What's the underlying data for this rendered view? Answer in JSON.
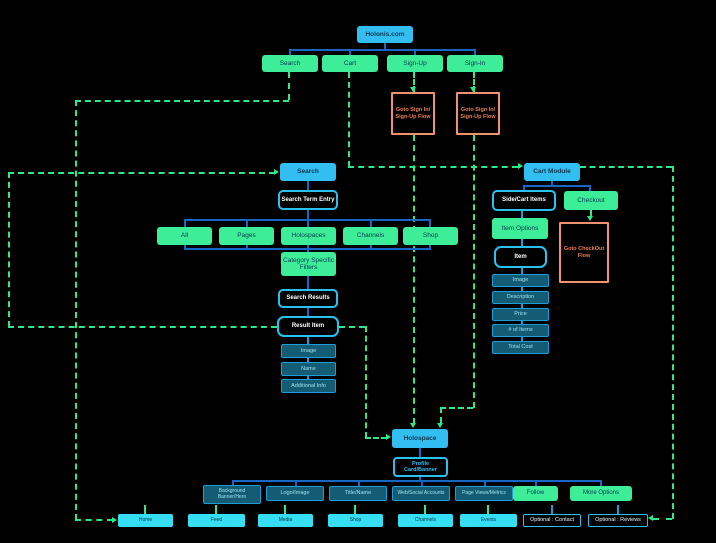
{
  "app": {
    "title": "Holonis.com"
  },
  "top_nav": {
    "buttons": [
      {
        "label": "Search"
      },
      {
        "label": "Cart"
      },
      {
        "label": "Sign-Up"
      },
      {
        "label": "Sign-In"
      }
    ]
  },
  "notes": {
    "signup_flow_a": "Goto Sign In/ Sign-Up Flow",
    "signup_flow_b": "Goto Sign In/ Sign-Up Flow",
    "checkout_flow": "Goto CheckOut Flow"
  },
  "search_module": {
    "title": "Search",
    "term_entry": "Search Term Entry",
    "categories": [
      {
        "label": "All"
      },
      {
        "label": "Pages"
      },
      {
        "label": "Holospaces"
      },
      {
        "label": "Channels"
      },
      {
        "label": "Shop"
      }
    ],
    "filters": "Category Specific Filters",
    "results": "Search Results",
    "result_item": "Result Item",
    "result_fields": [
      {
        "label": "Image"
      },
      {
        "label": "Name"
      },
      {
        "label": "Additional Info"
      }
    ]
  },
  "cart_module": {
    "title": "Cart Module",
    "side_cart": "Side/Cart Items",
    "checkout": "Checkout",
    "item_options": "Item Options",
    "item": "Item",
    "item_fields": [
      {
        "label": "Image"
      },
      {
        "label": "Description"
      },
      {
        "label": "Price"
      },
      {
        "label": "# of Items"
      },
      {
        "label": "Total Cost"
      }
    ]
  },
  "holospace_module": {
    "title": "Holospace",
    "profile_card": "Profile Card/Banner",
    "elements": [
      {
        "label": "Background Banner/Hero"
      },
      {
        "label": "Logo/Image"
      },
      {
        "label": "Title/Name"
      },
      {
        "label": "Web/Social Accounts"
      },
      {
        "label": "Page Views/Metrics"
      },
      {
        "label": "Follow"
      },
      {
        "label": "More Options"
      }
    ],
    "tabs": [
      {
        "label": "Home"
      },
      {
        "label": "Feed"
      },
      {
        "label": "Media"
      },
      {
        "label": "Shop"
      },
      {
        "label": "Channels"
      },
      {
        "label": "Events"
      }
    ],
    "optional": [
      {
        "label": "Optional : Contact"
      },
      {
        "label": "Optional : Reviews"
      }
    ]
  },
  "colors": {
    "node_blue": "#33BEF2",
    "node_green": "#3DED97",
    "node_teal": "#145C74",
    "node_cyan": "#35DEF2",
    "outline_cyan": "#29C2F0",
    "note_orange": "#F0916F",
    "connector_blue": "#1668C4",
    "dash_green": "#2EE88A"
  }
}
